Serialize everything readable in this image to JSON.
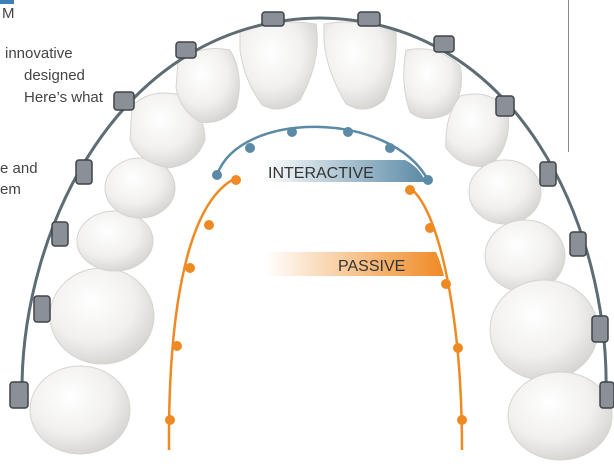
{
  "intro_fragments": {
    "line1": "M",
    "line2": "innovative",
    "line3": "designed",
    "line4": "Here’s what",
    "line5": "e and",
    "line6": "em"
  },
  "labels": {
    "interactive": "INTERACTIVE",
    "passive": "PASSIVE"
  },
  "colors": {
    "interactive": "#5b8aa6",
    "passive": "#ef8a23",
    "wire": "#5d6d73",
    "text": "#444444",
    "accent": "#3f7fb5"
  },
  "icons": {
    "teeth": "tooth-arch-illustration",
    "brackets": "bracket-icon"
  }
}
